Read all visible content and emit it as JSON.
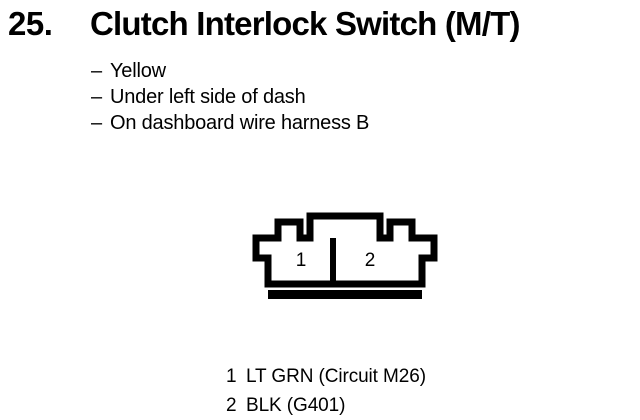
{
  "heading": {
    "number": "25.",
    "title": "Clutch Interlock Switch (M/T)"
  },
  "specs": {
    "bullet_glyph": "–",
    "items": [
      {
        "text": "Yellow"
      },
      {
        "text": "Under left side of dash"
      },
      {
        "text": "On dashboard wire harness B"
      }
    ]
  },
  "connector": {
    "cavities": [
      {
        "number": "1"
      },
      {
        "number": "2"
      }
    ],
    "line_color": "#000000",
    "fill_color": "#ffffff"
  },
  "pin_legend": {
    "rows": [
      {
        "pin": "1",
        "label": "LT GRN (Circuit M26)"
      },
      {
        "pin": "2",
        "label": "BLK (G401)"
      }
    ]
  }
}
